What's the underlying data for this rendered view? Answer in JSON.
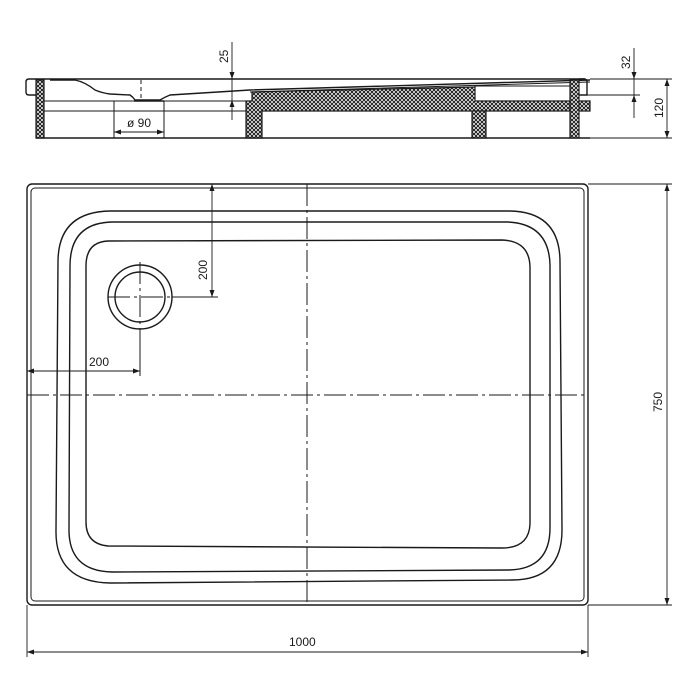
{
  "drawing": {
    "title": "Shower tray technical drawing",
    "units": "mm",
    "line_color": "#1a1a1a",
    "background": "#ffffff"
  },
  "section_view": {
    "dimensions": {
      "rim_to_drain_depth": "25",
      "drain_diameter": "ø 90",
      "rim_height": "32",
      "total_height": "120"
    }
  },
  "plan_view": {
    "dimensions": {
      "drain_offset_y": "200",
      "drain_offset_x": "200",
      "depth": "750",
      "width": "1000"
    }
  }
}
